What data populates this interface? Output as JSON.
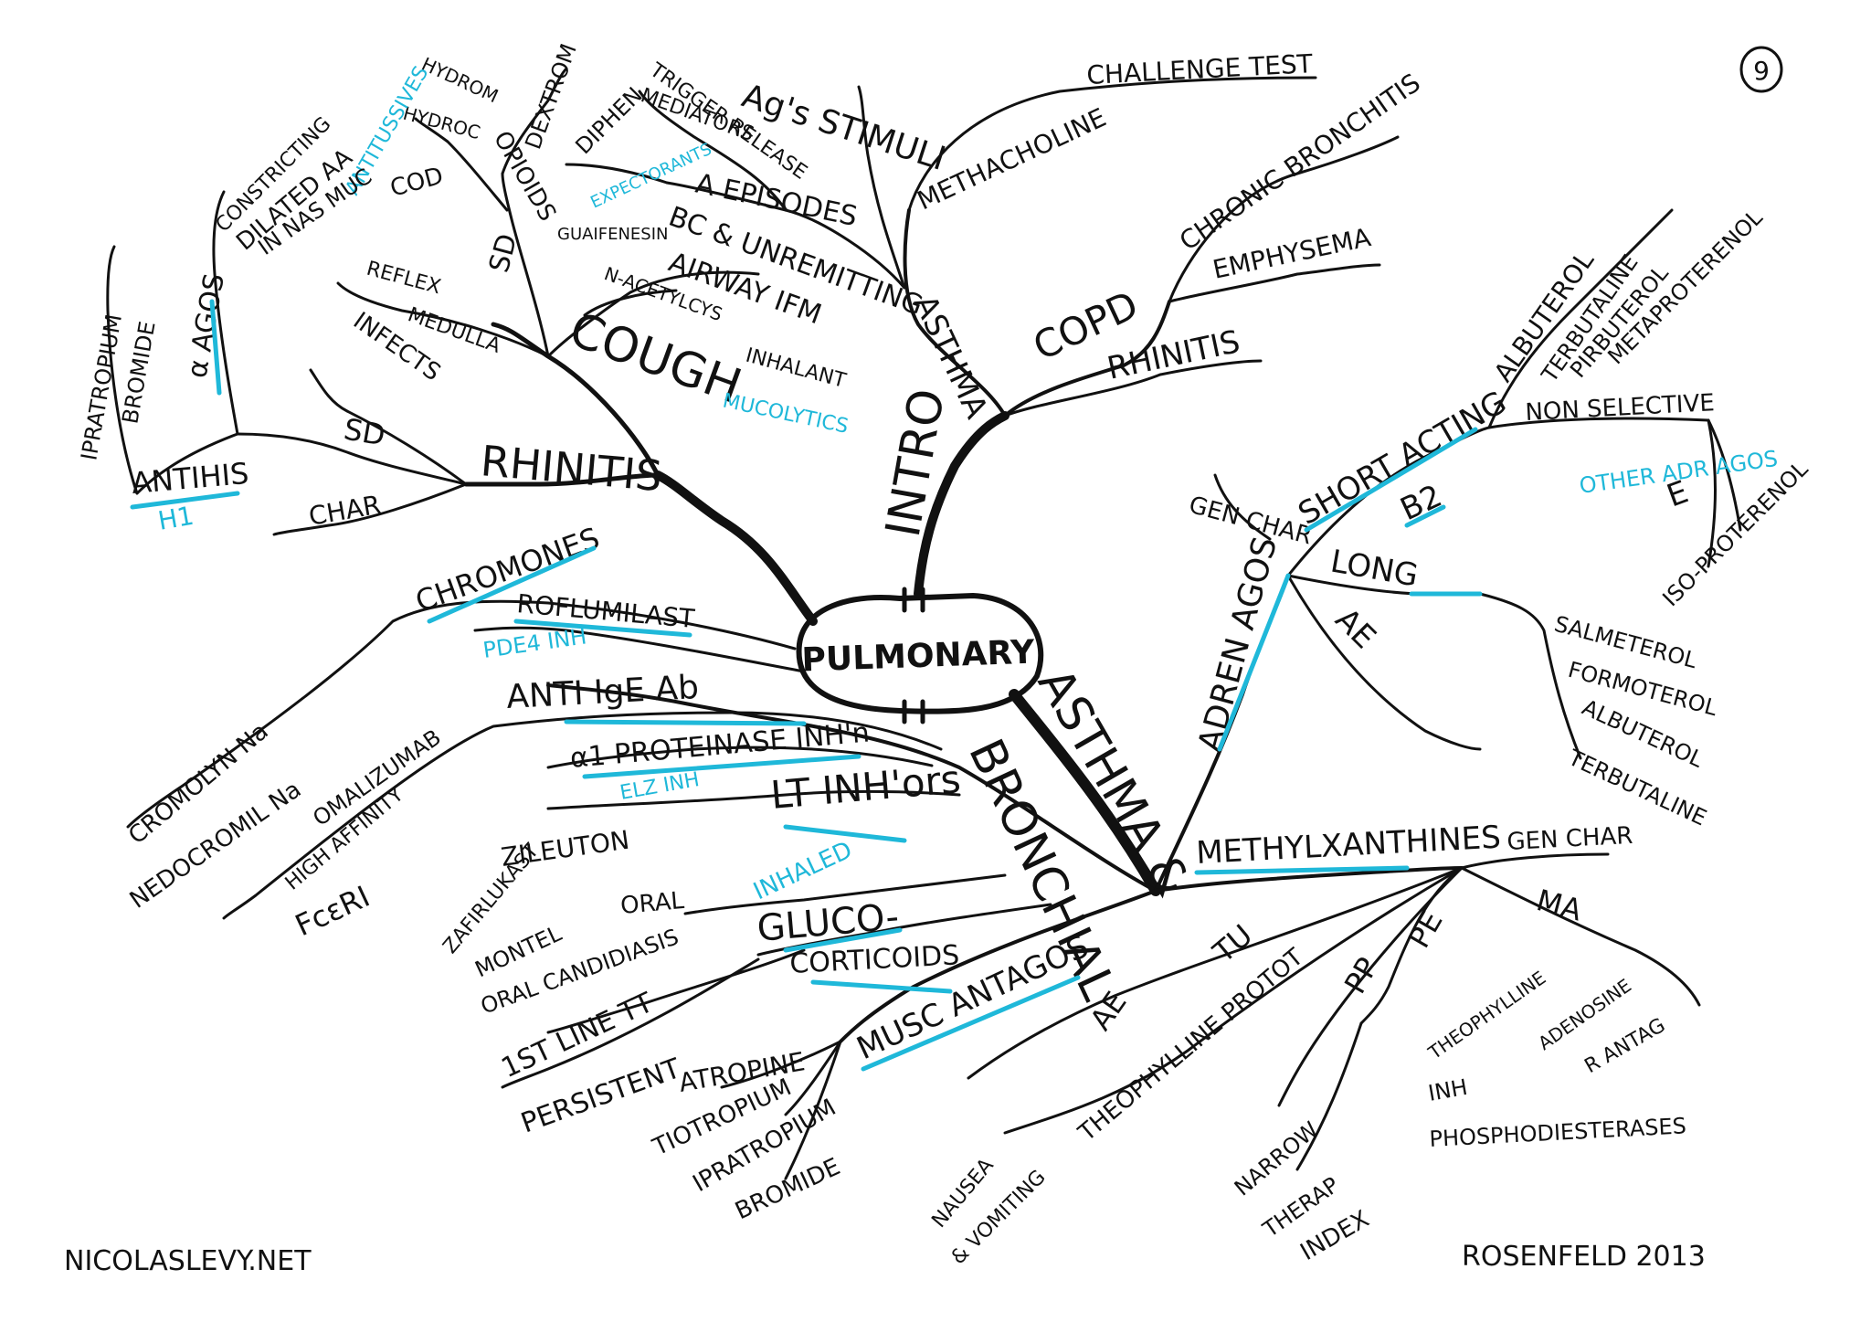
{
  "center": "PULMONARY",
  "page_number": "9",
  "footer_left": "NICOLASLEVY.NET",
  "footer_right": "ROSENFELD 2013",
  "colors": {
    "ink": "#111111",
    "highlight": "#1fb8d9",
    "paper": "#ffffff"
  },
  "branches": {
    "intro": {
      "label": "INTRO",
      "asthma": "ASTHMA",
      "copd": "COPD",
      "rhinitis": "RHINITIS",
      "methacholine": "METHACHOLINE",
      "challenge_test": "CHALLENGE TEST",
      "chronic_bronchitis": "CHRONIC BRONCHITIS",
      "emphysema": "EMPHYSEMA",
      "ag_stimuli": "Ag's STIMULI",
      "trigger_release": "TRIGGER RELEASE",
      "mediators": "MEDIATORS",
      "a_episodes": "A EPISODES",
      "bc_unremitting": "BC & UNREMITTING",
      "airway_ifm": "AIRWAY IFM"
    },
    "cough": {
      "label": "COUGH",
      "sd": "SD",
      "opioids": "OPIOIDS",
      "dextrom": "DEXTROM",
      "diphen": "DIPHEN",
      "hydrom": "HYDROM",
      "hydroc": "HYDROC",
      "cod": "COD",
      "antitussives": "ANTITUSSIVES",
      "expectorants": "EXPECTORANTS",
      "guaifenesin": "GUAIFENESIN",
      "n_acetylcys": "N-ACETYLCYS",
      "inhalant": "INHALANT",
      "mucolytics": "MUCOLYTICS",
      "reflex": "REFLEX",
      "medulla": "MEDULLA"
    },
    "rhinitis": {
      "label": "RHINITIS",
      "infects": "INFECTS",
      "sd": "SD",
      "char": "CHAR",
      "antihis": "ANTIHIS",
      "h1": "H1",
      "ipratropium": "IPRATROPIUM",
      "bromide": "BROMIDE",
      "alpha_agos": "α AGOS",
      "constricting": "CONSTRICTING",
      "dilated_aa": "DILATED AA",
      "in_nas_muc": "IN NAS MUC"
    },
    "asthma_bronchial": {
      "asthma_and": "ASTHMA &",
      "bronchial": "BRONCHIAL",
      "cromones": "CHROMONES",
      "cromolyn": "CROMOLYN Na",
      "nedocromil": "NEDOCROMIL Na",
      "roflumilast": "ROFLUMILAST",
      "pde4_inh": "PDE4 INH",
      "anti_ige": "ANTI IgE Ab",
      "omalizumab": "OMALIZUMAB",
      "high_affinity": "HIGH AFFINITY",
      "fceri": "FcεRI",
      "a1_proteinase": "α1 PROTEINASE INH'n",
      "elastase_inh": "ELZ INH",
      "lt_inh": "LT INH'ors",
      "zileuton": "ZILEUTON",
      "zafirlukast": "ZAFIRLUKAST",
      "montel": "MONTEL",
      "oral": "ORAL",
      "oral_candidiasis": "ORAL CANDIDIASIS",
      "inhaled": "INHALED",
      "gluco": "GLUCO-",
      "corticoids": "CORTICOIDS",
      "first_line": "1ST LINE TT",
      "persistent": "PERSISTENT",
      "musc_antagos": "MUSC ANTAGOS",
      "atropine": "ATROPINE",
      "tiotropium": "TIOTROPIUM",
      "ipratropium": "IPRATROPIUM",
      "bromide": "BROMIDE"
    },
    "adren_agos": {
      "label": "ADREN AGOS",
      "gen_char": "GEN CHAR",
      "short_acting": "SHORT ACTING",
      "b2": "B2",
      "long": "LONG",
      "ae": "AE",
      "albuterol": "ALBUTEROL",
      "terbutaline": "TERBUTALINE",
      "pirbuterol": "PIRBUTEROL",
      "metaproterenol": "METAPROTERENOL",
      "non_selective": "NON SELECTIVE",
      "other_adr_agos": "OTHER ADR AGOS",
      "e": "E",
      "isoproterenol": "ISO-PROTERENOL",
      "salmeterol": "SALMETEROL",
      "formoterol": "FORMOTEROL",
      "albuterol2": "ALBUTEROL",
      "terbutaline2": "TERBUTALINE"
    },
    "methylxanthines": {
      "label": "METHYLXANTHINES",
      "gen_char": "GEN CHAR",
      "ma": "MA",
      "pe": "PE",
      "pp": "PP",
      "tu": "TU",
      "ae": "AE",
      "theophylline_protot": "THEOPHYLLINE PROTOT",
      "nausea": "NAUSEA",
      "vomiting": "& VOMITING",
      "narrow": "NARROW",
      "therap": "THERAP",
      "index": "INDEX",
      "theophylline": "THEOPHYLLINE",
      "inh": "INH",
      "adenosine": "ADENOSINE",
      "r_antag": "R ANTAG",
      "phosphodiesterases": "PHOSPHODIESTERASES"
    }
  }
}
